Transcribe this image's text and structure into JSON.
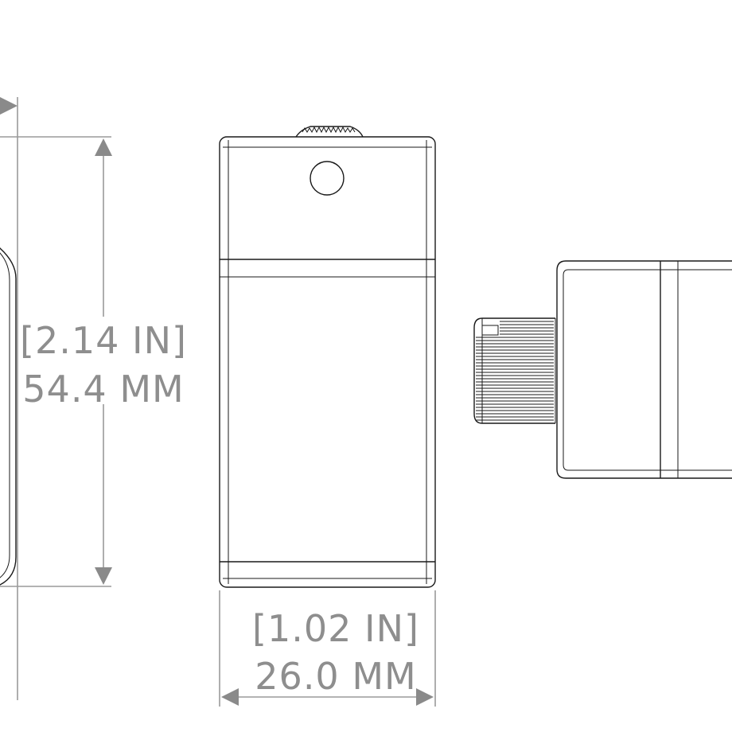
{
  "dimensions": {
    "height": {
      "inches": "[2.14 IN]",
      "millimeters": "54.4 MM"
    },
    "width": {
      "inches": "[1.02 IN]",
      "millimeters": "26.0 MM"
    }
  },
  "colors": {
    "outline": "#1a1a1a",
    "dimension_line": "#9a9a9a",
    "dimension_text": "#8e8e8e",
    "background": "#ffffff"
  }
}
